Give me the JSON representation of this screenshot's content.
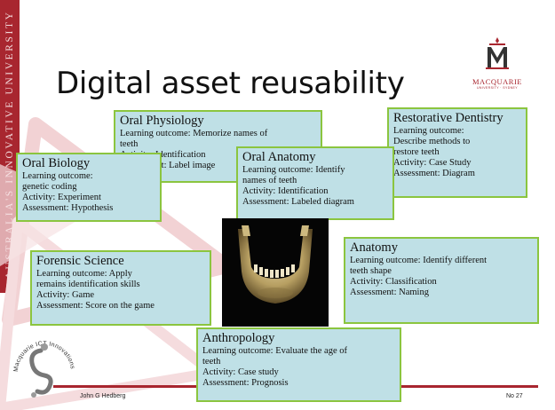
{
  "slide": {
    "title": "Digital asset reusability",
    "sidebar_text": "AUSTRALIA'S INNOVATIVE UNIVERSITY",
    "logo": {
      "name": "MACQUARIE",
      "subtitle": "UNIVERSITY · SYDNEY"
    },
    "ict_logo_text": "Macquarie ICT Innovations Centre",
    "footer": {
      "author": "John G Hedberg",
      "page": "No 27"
    },
    "colors": {
      "accent_red": "#a8262f",
      "box_fill": "#bfe0e6",
      "box_border": "#8bc53f"
    }
  },
  "boxes": {
    "oral_physiology": {
      "heading": "Oral Physiology",
      "lines": [
        "Learning outcome: Memorize names of",
        "teeth",
        "Activity: Identification",
        "Assessment: Label image"
      ]
    },
    "restorative_dentistry": {
      "heading": "Restorative Dentistry",
      "lines": [
        "Learning outcome:",
        "Describe methods to",
        "restore teeth",
        "Activity: Case Study",
        "Assessment: Diagram"
      ]
    },
    "oral_biology": {
      "heading": "Oral Biology",
      "lines": [
        "Learning outcome:",
        "genetic coding",
        "Activity: Experiment",
        "Assessment: Hypothesis"
      ]
    },
    "oral_anatomy": {
      "heading": "Oral Anatomy",
      "lines": [
        "Learning outcome: Identify",
        "names of teeth",
        "Activity: Identification",
        "Assessment: Labeled diagram"
      ]
    },
    "forensic_science": {
      "heading": "Forensic Science",
      "lines": [
        "Learning outcome: Apply",
        "remains identification skills",
        "Activity: Game",
        "Assessment: Score on the game"
      ]
    },
    "anatomy": {
      "heading": "Anatomy",
      "lines": [
        "Learning outcome: Identify different",
        "teeth shape",
        "Activity: Classification",
        "Assessment: Naming"
      ]
    },
    "anthropology": {
      "heading": "Anthropology",
      "lines": [
        "Learning outcome: Evaluate the age of",
        "teeth",
        "Activity: Case study",
        "Assessment: Prognosis"
      ]
    }
  }
}
